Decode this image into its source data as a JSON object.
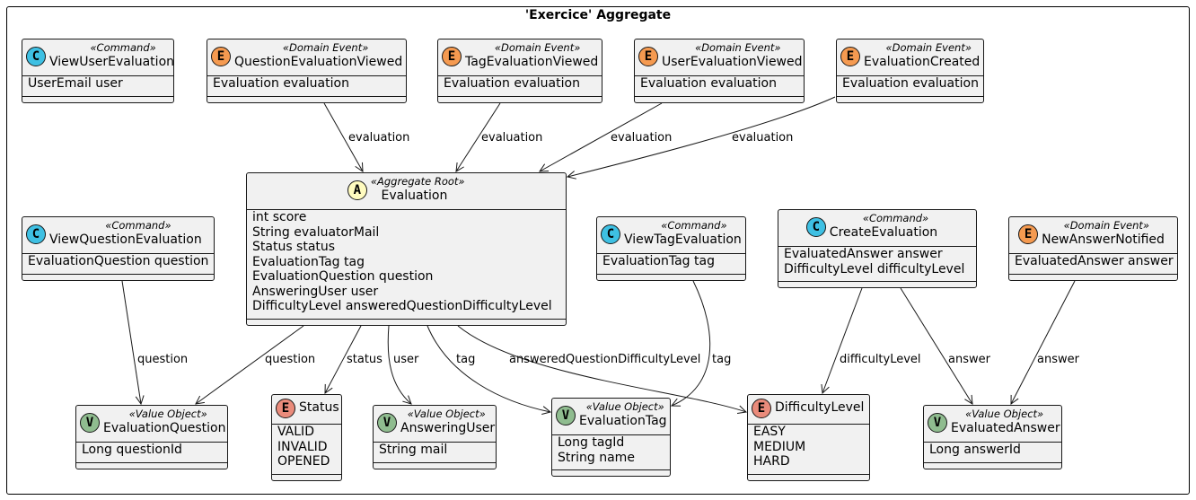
{
  "title": "'Exercice' Aggregate",
  "colors": {
    "command": "#3ec0e3",
    "domain_event": "#f59a50",
    "aggregate_root": "#fffbbf",
    "value_object": "#8fbc8f",
    "enum": "#ea8b7b"
  },
  "classes": [
    {
      "id": "viewUserEvaluation",
      "letter": "C",
      "kind": "command",
      "stereotype": "«Command»",
      "name": "ViewUserEvaluation",
      "attributes": [
        "UserEmail user"
      ]
    },
    {
      "id": "questionEvaluationViewed",
      "letter": "E",
      "kind": "domain_event",
      "stereotype": "«Domain Event»",
      "name": "QuestionEvaluationViewed",
      "attributes": [
        "Evaluation evaluation"
      ]
    },
    {
      "id": "tagEvaluationViewed",
      "letter": "E",
      "kind": "domain_event",
      "stereotype": "«Domain Event»",
      "name": "TagEvaluationViewed",
      "attributes": [
        "Evaluation evaluation"
      ]
    },
    {
      "id": "userEvaluationViewed",
      "letter": "E",
      "kind": "domain_event",
      "stereotype": "«Domain Event»",
      "name": "UserEvaluationViewed",
      "attributes": [
        "Evaluation evaluation"
      ]
    },
    {
      "id": "evaluationCreated",
      "letter": "E",
      "kind": "domain_event",
      "stereotype": "«Domain Event»",
      "name": "EvaluationCreated",
      "attributes": [
        "Evaluation evaluation"
      ]
    },
    {
      "id": "evaluation",
      "letter": "A",
      "kind": "aggregate_root",
      "stereotype": "«Aggregate Root»",
      "name": "Evaluation",
      "attributes": [
        "int score",
        "String evaluatorMail",
        "Status status",
        "EvaluationTag tag",
        "EvaluationQuestion question",
        "AnsweringUser user",
        "DifficultyLevel answeredQuestionDifficultyLevel"
      ]
    },
    {
      "id": "viewQuestionEvaluation",
      "letter": "C",
      "kind": "command",
      "stereotype": "«Command»",
      "name": "ViewQuestionEvaluation",
      "attributes": [
        "EvaluationQuestion question"
      ]
    },
    {
      "id": "viewTagEvaluation",
      "letter": "C",
      "kind": "command",
      "stereotype": "«Command»",
      "name": "ViewTagEvaluation",
      "attributes": [
        "EvaluationTag tag"
      ]
    },
    {
      "id": "createEvaluation",
      "letter": "C",
      "kind": "command",
      "stereotype": "«Command»",
      "name": "CreateEvaluation",
      "attributes": [
        "EvaluatedAnswer answer",
        "DifficultyLevel difficultyLevel"
      ]
    },
    {
      "id": "newAnswerNotified",
      "letter": "E",
      "kind": "domain_event",
      "stereotype": "«Domain Event»",
      "name": "NewAnswerNotified",
      "attributes": [
        "EvaluatedAnswer answer"
      ]
    },
    {
      "id": "evaluationQuestion",
      "letter": "V",
      "kind": "value_object",
      "stereotype": "«Value Object»",
      "name": "EvaluationQuestion",
      "attributes": [
        "Long questionId"
      ]
    },
    {
      "id": "status",
      "letter": "E",
      "kind": "enum",
      "stereotype": "",
      "name": "Status",
      "attributes": [
        "VALID",
        "INVALID",
        "OPENED"
      ]
    },
    {
      "id": "answeringUser",
      "letter": "V",
      "kind": "value_object",
      "stereotype": "«Value Object»",
      "name": "AnsweringUser",
      "attributes": [
        "String mail"
      ]
    },
    {
      "id": "evaluationTag",
      "letter": "V",
      "kind": "value_object",
      "stereotype": "«Value Object»",
      "name": "EvaluationTag",
      "attributes": [
        "Long tagId",
        "String name"
      ]
    },
    {
      "id": "difficultyLevel",
      "letter": "E",
      "kind": "enum",
      "stereotype": "",
      "name": "DifficultyLevel",
      "attributes": [
        "EASY",
        "MEDIUM",
        "HARD"
      ]
    },
    {
      "id": "evaluatedAnswer",
      "letter": "V",
      "kind": "value_object",
      "stereotype": "«Value Object»",
      "name": "EvaluatedAnswer",
      "attributes": [
        "Long answerId"
      ]
    }
  ],
  "edges": [
    {
      "from": "questionEvaluationViewed",
      "to": "evaluation",
      "label": "evaluation"
    },
    {
      "from": "tagEvaluationViewed",
      "to": "evaluation",
      "label": "evaluation"
    },
    {
      "from": "userEvaluationViewed",
      "to": "evaluation",
      "label": "evaluation"
    },
    {
      "from": "evaluationCreated",
      "to": "evaluation",
      "label": "evaluation"
    },
    {
      "from": "viewQuestionEvaluation",
      "to": "evaluationQuestion",
      "label": "question"
    },
    {
      "from": "evaluation",
      "to": "evaluationQuestion",
      "label": "question"
    },
    {
      "from": "evaluation",
      "to": "status",
      "label": "status"
    },
    {
      "from": "evaluation",
      "to": "answeringUser",
      "label": "user"
    },
    {
      "from": "evaluation",
      "to": "evaluationTag",
      "label": "tag"
    },
    {
      "from": "evaluation",
      "to": "difficultyLevel",
      "label": "answeredQuestionDifficultyLevel"
    },
    {
      "from": "viewTagEvaluation",
      "to": "evaluationTag",
      "label": "tag"
    },
    {
      "from": "createEvaluation",
      "to": "difficultyLevel",
      "label": "difficultyLevel"
    },
    {
      "from": "createEvaluation",
      "to": "evaluatedAnswer",
      "label": "answer"
    },
    {
      "from": "newAnswerNotified",
      "to": "evaluatedAnswer",
      "label": "answer"
    }
  ]
}
